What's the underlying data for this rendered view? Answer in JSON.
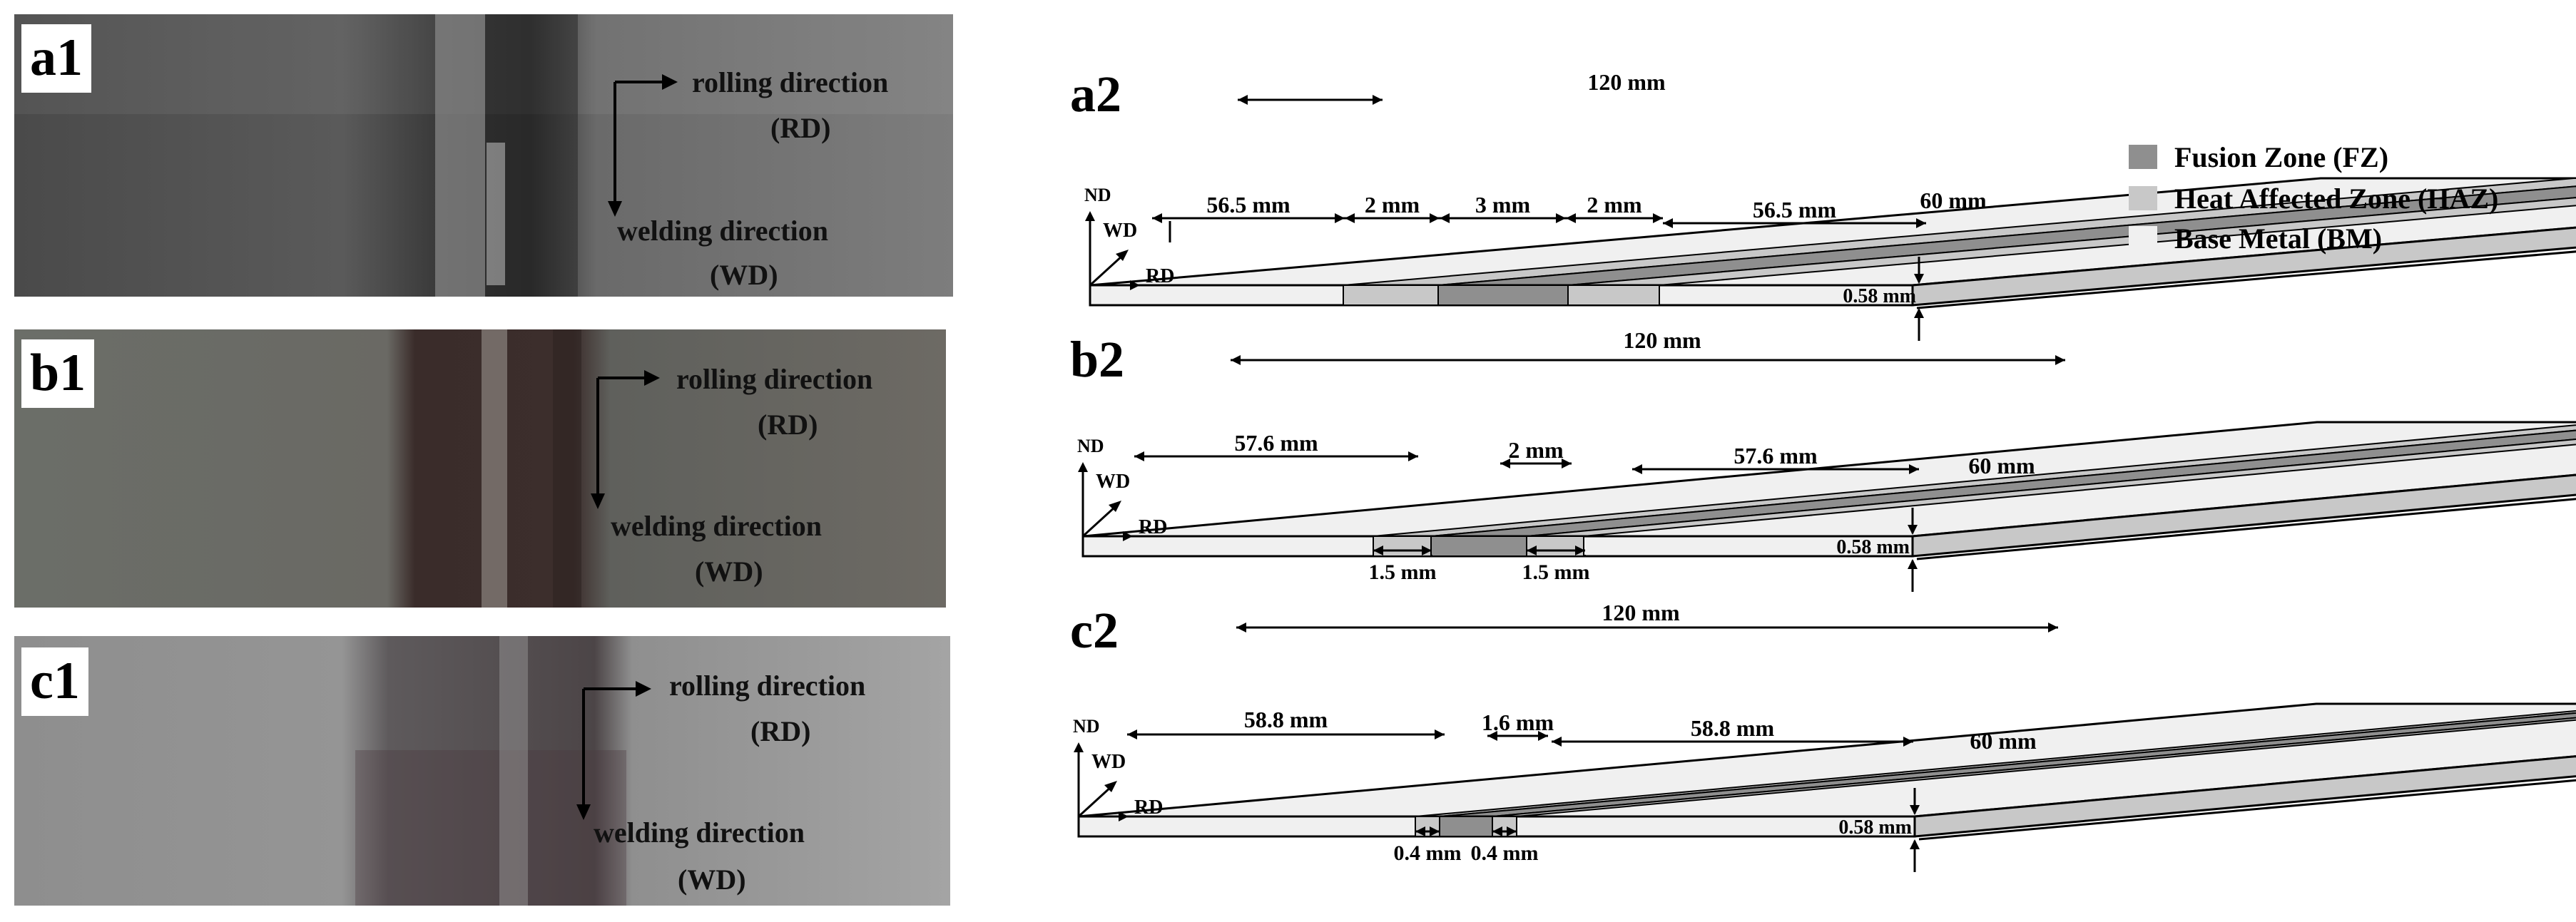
{
  "photos": [
    {
      "label": "a1",
      "rolling_direction": "rolling direction",
      "rd_abbr": "(RD)",
      "welding_direction": "welding direction",
      "wd_abbr": "(WD)"
    },
    {
      "label": "b1",
      "rolling_direction": "rolling direction",
      "rd_abbr": "(RD)",
      "welding_direction": "welding direction",
      "wd_abbr": "(WD)"
    },
    {
      "label": "c1",
      "rolling_direction": "rolling direction",
      "rd_abbr": "(RD)",
      "welding_direction": "welding direction",
      "wd_abbr": "(WD)"
    }
  ],
  "diagrams": [
    {
      "label": "a2",
      "length": "120 mm",
      "width": "60 mm",
      "thickness": "0.58 mm",
      "left_bm": "56.5 mm",
      "right_bm": "56.5 mm",
      "haz_left": "2 mm",
      "fz": "3 mm",
      "haz_right": "2 mm",
      "axis_nd": "ND",
      "axis_wd": "WD",
      "axis_rd": "RD"
    },
    {
      "label": "b2",
      "length": "120 mm",
      "width": "60 mm",
      "thickness": "0.58 mm",
      "left_bm": "57.6 mm",
      "right_bm": "57.6 mm",
      "fz": "2 mm",
      "haz_left": "1.5 mm",
      "haz_right": "1.5 mm",
      "axis_nd": "ND",
      "axis_wd": "WD",
      "axis_rd": "RD"
    },
    {
      "label": "c2",
      "length": "120 mm",
      "width": "60 mm",
      "thickness": "0.58 mm",
      "left_bm": "58.8 mm",
      "right_bm": "58.8 mm",
      "fz": "1.6 mm",
      "haz_left": "0.4 mm",
      "haz_right": "0.4 mm",
      "axis_nd": "ND",
      "axis_wd": "WD",
      "axis_rd": "RD"
    }
  ],
  "legend": [
    {
      "label": "Fusion Zone (FZ)",
      "color": "#8f8f8f"
    },
    {
      "label": "Heat Affected Zone (HAZ)",
      "color": "#c8c8c8"
    },
    {
      "label": "Base Metal (BM)",
      "color": "#f0f0f0"
    }
  ],
  "colors": {
    "fz": "#8f8f8f",
    "haz": "#c8c8c8",
    "bm": "#f0f0f0"
  }
}
